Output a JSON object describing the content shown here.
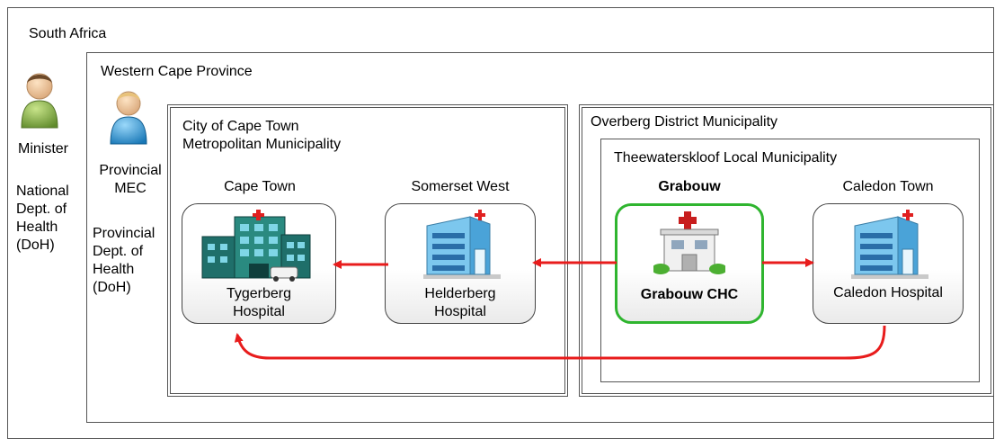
{
  "south_africa": {
    "label": "South Africa",
    "minister_label": "Minister",
    "national_dept": [
      "National",
      "Dept. of",
      "Health",
      "(DoH)"
    ]
  },
  "western_cape": {
    "label": "Western Cape Province",
    "mec_label": [
      "Provincial",
      "MEC"
    ],
    "provincial_dept": [
      "Provincial",
      "Dept. of",
      "Health",
      "(DoH)"
    ]
  },
  "cape_town_metro": {
    "label": [
      "City of Cape Town",
      "Metropolitan Municipality"
    ],
    "cape_town": {
      "area": "Cape Town",
      "facility": [
        "Tygerberg",
        "Hospital"
      ]
    },
    "somerset_west": {
      "area": "Somerset West",
      "facility": [
        "Helderberg",
        "Hospital"
      ]
    }
  },
  "overberg": {
    "label": "Overberg District Municipality",
    "theewaterskloof": {
      "label": "Theewaterskloof Local Municipality",
      "grabouw": {
        "area": "Grabouw",
        "facility": "Grabouw CHC"
      },
      "caledon": {
        "area": "Caledon Town",
        "facility": "Caledon Hospital"
      }
    }
  },
  "colors": {
    "arrow": "#e81c1c",
    "highlight": "#2fb52f",
    "minister": "#8fb84a",
    "mec": "#2ea3e0"
  },
  "icons": [
    "minister-person-icon",
    "mec-person-icon",
    "tygerberg-hospital-icon",
    "helderberg-hospital-icon",
    "grabouw-clinic-icon",
    "caledon-hospital-icon"
  ]
}
